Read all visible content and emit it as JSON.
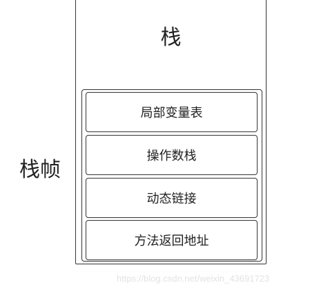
{
  "stack_title": "栈",
  "frame_label": "栈帧",
  "frame_entries": [
    "局部变量表",
    "操作数栈",
    "动态链接",
    "方法返回地址"
  ],
  "watermark": "https://blog.csdn.net/weixin_43691723"
}
